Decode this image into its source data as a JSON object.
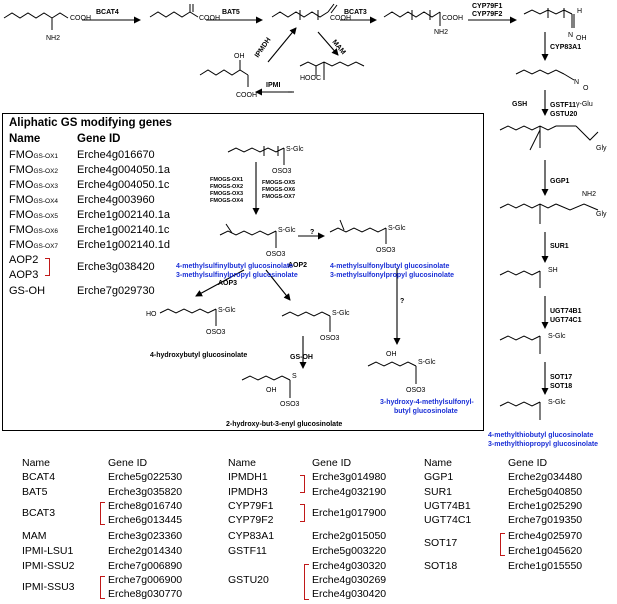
{
  "box": {
    "title": "Aliphatic GS modifying genes",
    "head_name": "Name",
    "head_id": "Gene ID",
    "rows": [
      {
        "pre": "FMO",
        "sub": "GS-OX1",
        "id": "Erche4g016670"
      },
      {
        "pre": "FMO",
        "sub": "GS-OX2",
        "id": "Erche4g004050.1a"
      },
      {
        "pre": "FMO",
        "sub": "GS-OX3",
        "id": "Erche4g004050.1c"
      },
      {
        "pre": "FMO",
        "sub": "GS-OX4",
        "id": "Erche4g003960"
      },
      {
        "pre": "FMO",
        "sub": "GS-OX5",
        "id": "Erche1g002140.1a"
      },
      {
        "pre": "FMO",
        "sub": "GS-OX6",
        "id": "Erche1g002140.1c"
      },
      {
        "pre": "FMO",
        "sub": "GS-OX7",
        "id": "Erche1g002140.1d"
      }
    ],
    "aop2": "AOP2",
    "aop3": "AOP3",
    "aop_id": "Erche3g038420",
    "gsoh": "GS-OH",
    "gsoh_id": "Erche7g029730"
  },
  "enzymes": {
    "bcat4": "BCAT4",
    "bat5": "BAT5",
    "bcat3": "BCAT3",
    "cyp79": "CYP79F1\nCYP79F2",
    "cyp83": "CYP83A1",
    "ipmdh": "IPMDH",
    "mam": "MAM",
    "ipmi": "IPMI",
    "gsh": "GSH",
    "gstf": "GSTF11\nGSTU20",
    "ggp1": "GGP1",
    "sur1": "SUR1",
    "ugt": "UGT74B1\nUGT74C1",
    "sot": "SOT17\nSOT18",
    "aop3": "AOP3",
    "aop2": "AOP2",
    "gsoh": "GS-OH",
    "fmo_left": [
      "FMOGS-OX1",
      "FMOGS-OX2",
      "FMOGS-OX3",
      "FMOGS-OX4"
    ],
    "fmo_right": [
      "FMOGS-OX5",
      "FMOGS-OX6",
      "FMOGS-OX7"
    ]
  },
  "compounds": {
    "msb": "4-methylsulfinylbutyl glucosinolate",
    "msp": "3-methylsulfinylpropyl glucosinolate",
    "msob": "4-methylsulfonylbutyl glucosinolate",
    "msop": "3-methylsulfonylpropyl glucosinolate",
    "hob": "4-hydroxybutyl glucosinolate",
    "hmsb1": "3-hydroxy-4-methylsulfonyl-",
    "hmsb2": "butyl glucosinolate",
    "hbe": "2-hydroxy-but-3-enyl glucosinolate",
    "mtb": "4-methylthiobutyl glucosinolate",
    "mtp": "3-methylthiopropyl glucosinolate"
  },
  "atoms": {
    "cooh": "COOH",
    "nh2": "NH2",
    "oh": "OH",
    "s": "S",
    "h": "H",
    "n": "N",
    "sglc": "S-Glc",
    "oso3": "OSO3",
    "gly": "Gly",
    "gglu": "γ-Glu",
    "sh": "SH",
    "hooc": "HOOC",
    "ho": "HO",
    "o": "O",
    "q": "?"
  },
  "tables": [
    {
      "head_name": "Name",
      "head_id": "Gene ID",
      "rows": [
        {
          "name": "BCAT4",
          "ids": [
            "Erche5g022530"
          ]
        },
        {
          "name": "BAT5",
          "ids": [
            "Erche3g035820"
          ]
        },
        {
          "name": "BCAT3",
          "ids": [
            "Erche8g016740",
            "Erche6g013445"
          ]
        },
        {
          "name": "MAM",
          "ids": [
            "Erche3g023360"
          ]
        },
        {
          "name": "IPMI-LSU1",
          "ids": [
            "Erche2g014340"
          ]
        },
        {
          "name": "IPMI-SSU2",
          "ids": [
            "Erche7g006890"
          ]
        },
        {
          "name": "IPMI-SSU3",
          "ids": [
            "Erche7g006900",
            "Erche8g030770"
          ]
        }
      ]
    },
    {
      "head_name": "Name",
      "head_id": "Gene ID",
      "rows": [
        {
          "name": "IPMDH1",
          "ids": [
            "Erche3g014980"
          ]
        },
        {
          "name": "IPMDH3",
          "ids": [
            "Erche4g032190"
          ]
        },
        {
          "name": "CYP79F1",
          "ids": [
            "Erche1g017900"
          ]
        },
        {
          "name": "CYP79F2",
          "ids": [
            ""
          ]
        },
        {
          "name": "CYP83A1",
          "ids": [
            "Erche2g015050"
          ]
        },
        {
          "name": "GSTF11",
          "ids": [
            "Erche5g003220"
          ]
        },
        {
          "name": "GSTU20",
          "ids": [
            "Erche4g030320",
            "Erche4g030269",
            "Erche4g030420"
          ]
        }
      ]
    },
    {
      "head_name": "Name",
      "head_id": "Gene ID",
      "rows": [
        {
          "name": "GGP1",
          "ids": [
            "Erche2g034480"
          ]
        },
        {
          "name": "SUR1",
          "ids": [
            "Erche5g040850"
          ]
        },
        {
          "name": "UGT74B1",
          "ids": [
            "Erche1g025290"
          ]
        },
        {
          "name": "UGT74C1",
          "ids": [
            "Erche7g019350"
          ]
        },
        {
          "name": "SOT17",
          "ids": [
            "Erche4g025970",
            "Erche1g045620"
          ]
        },
        {
          "name": "SOT18",
          "ids": [
            "Erche1g015550"
          ]
        }
      ]
    }
  ]
}
